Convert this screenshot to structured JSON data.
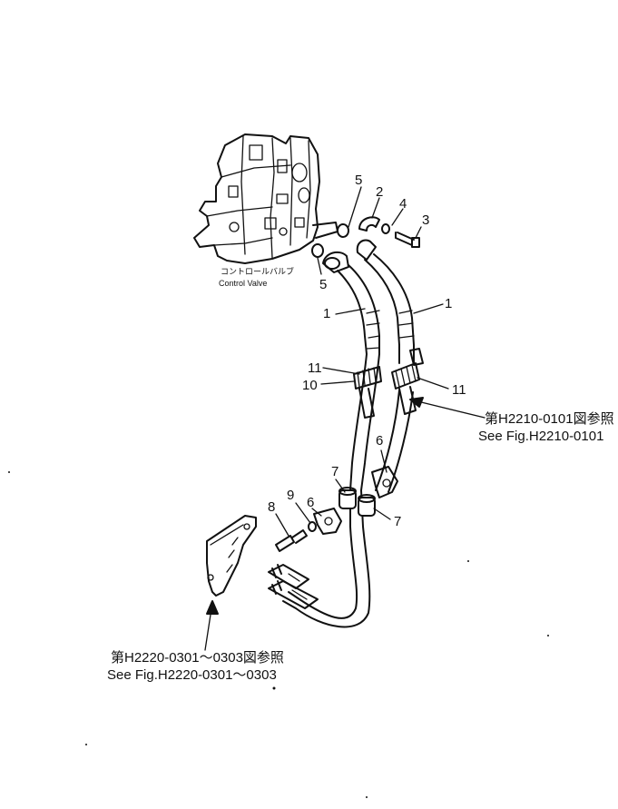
{
  "control_valve": {
    "label_jp": "コントロールバルブ",
    "label_en": "Control  Valve"
  },
  "part_numbers": {
    "hose_upper_right": "1",
    "hose_upper_left": "1",
    "elbow": "2",
    "bolt_top": "3",
    "washer_top": "4",
    "o_ring_top": "5",
    "o_ring_lower": "5",
    "clamp_right": "6",
    "clamp_left": "6",
    "sleeve_left": "7",
    "sleeve_right": "7",
    "bolt_lower": "8",
    "washer_lower": "9",
    "clamp_band": "10",
    "tie_left": "11",
    "tie_right": "11"
  },
  "references": {
    "right_jp": "第H2210-0101図参照",
    "right_en": "See Fig.H2210-0101",
    "bottom_jp": "第H2220-0301～0303図参照",
    "bottom_en": "See Fig.H2220-0301～0303"
  }
}
